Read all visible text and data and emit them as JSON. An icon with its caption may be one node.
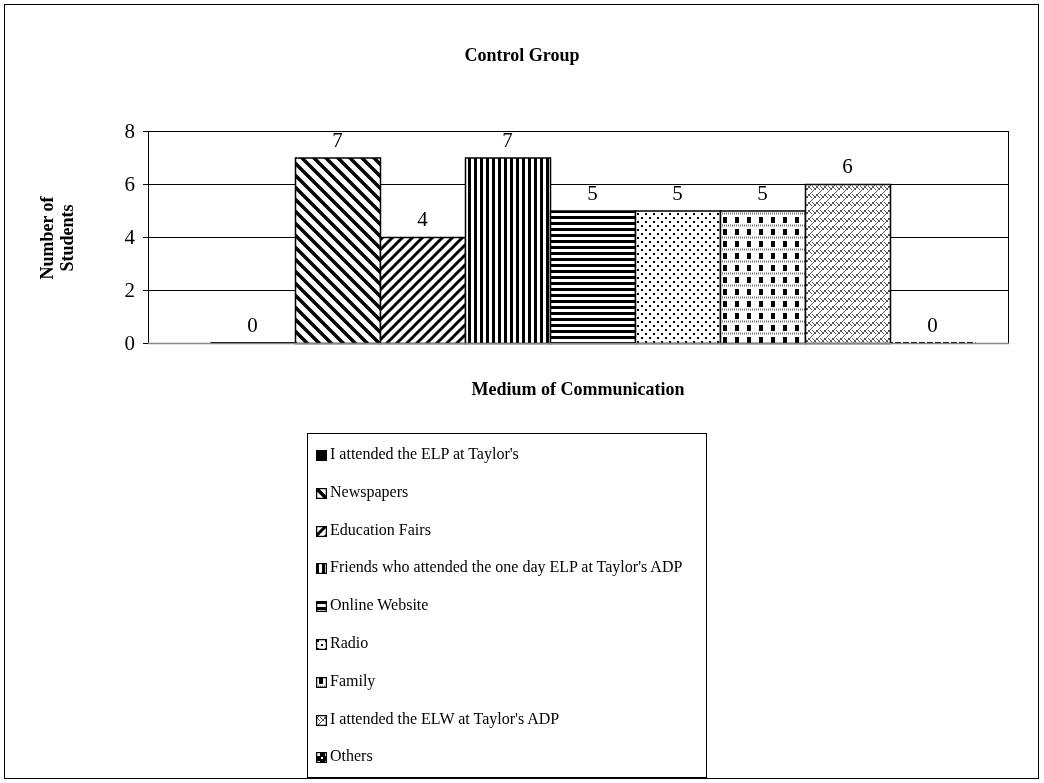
{
  "diagram": {
    "chart_data": {
      "type": "bar",
      "title": "Control Group",
      "xlabel": "Medium of Communication",
      "ylabel": "Number of Students",
      "categories": [
        null
      ],
      "ylim": [
        0,
        8
      ],
      "yticks": [
        0,
        2,
        4,
        6,
        8
      ],
      "data_labels": true,
      "grid": true,
      "legend": "bottom",
      "series": [
        {
          "name": "I attended the ELP at Taylor's",
          "values": [
            0
          ]
        },
        {
          "name": "Newspapers",
          "values": [
            7
          ]
        },
        {
          "name": "Education Fairs",
          "values": [
            4
          ]
        },
        {
          "name": "Friends who attended the one day ELP at Taylor's ADP",
          "values": [
            7
          ]
        },
        {
          "name": "Online Website",
          "values": [
            5
          ]
        },
        {
          "name": "Radio",
          "values": [
            5
          ]
        },
        {
          "name": "Family",
          "values": [
            5
          ]
        },
        {
          "name": "I attended the ELW at Taylor's ADP",
          "values": [
            6
          ]
        },
        {
          "name": "Others",
          "values": [
            0
          ]
        }
      ]
    }
  }
}
